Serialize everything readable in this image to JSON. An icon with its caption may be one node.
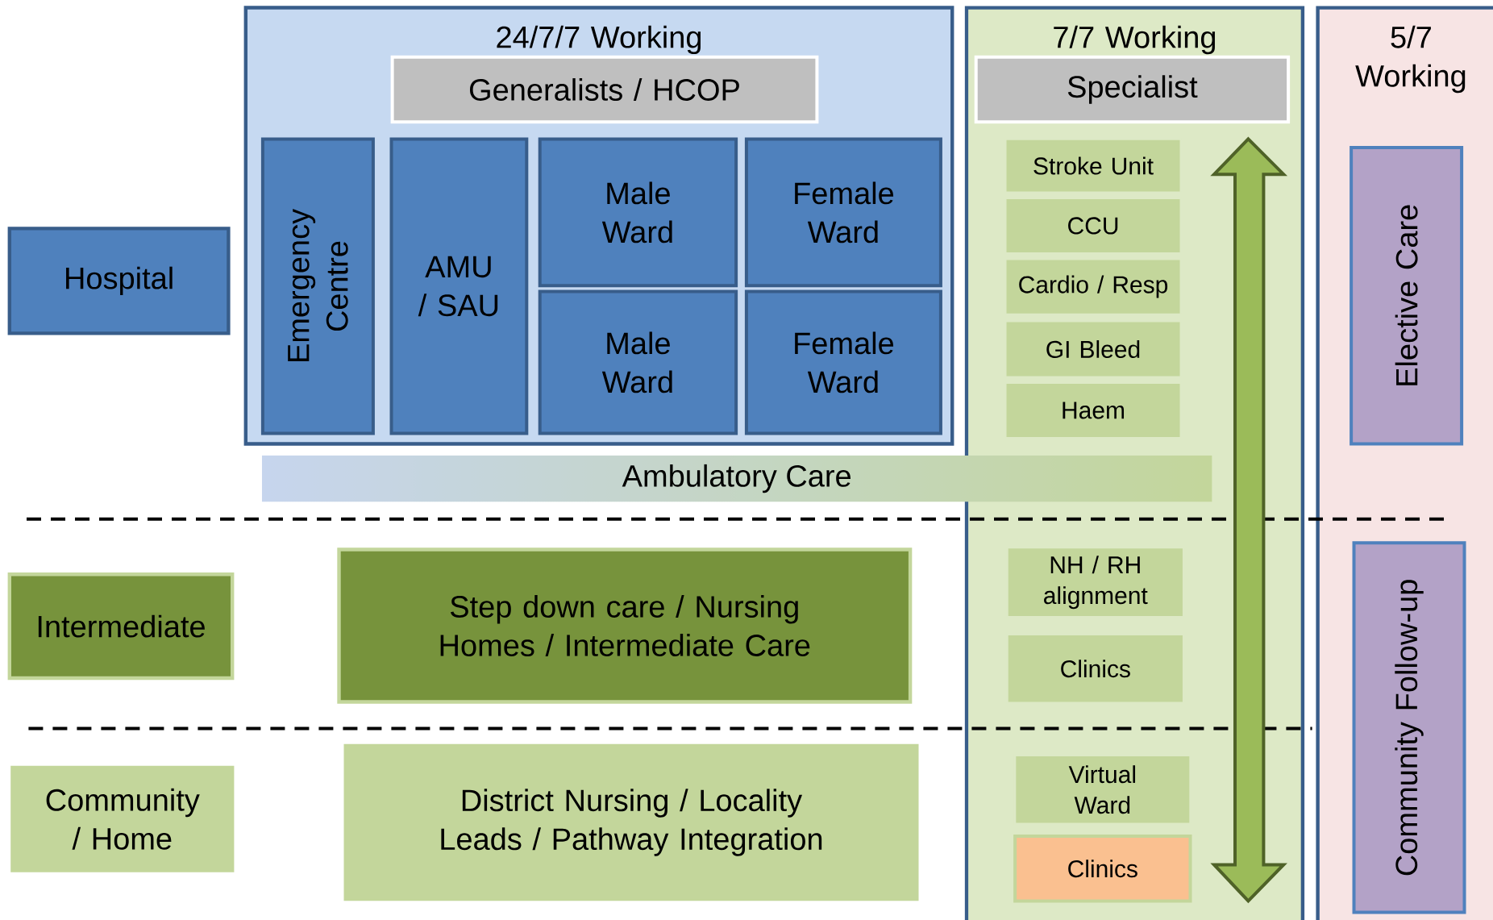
{
  "diagram": {
    "nodes": [
      {
        "text": [
          "24/7/7 Working"
        ]
      },
      {
        "text": [
          "Generalists / HCOP"
        ],
        "in": 0
      },
      {
        "text": [
          "Emergency Centre"
        ],
        "in": 0
      },
      {
        "text": [
          "AMU / SAU"
        ],
        "in": 0
      },
      {
        "text": [
          "Male Ward"
        ],
        "in": 0
      },
      {
        "text": [
          "Female Ward"
        ],
        "in": 0
      },
      {
        "text": [
          "Male Ward"
        ],
        "in": 0
      },
      {
        "text": [
          "Female Ward"
        ],
        "in": 0
      },
      {
        "text": [
          "7/7 Working"
        ]
      },
      {
        "text": [
          "Specialist"
        ],
        "in": 8
      },
      {
        "text": [
          "Stroke Unit"
        ],
        "in": 8
      },
      {
        "text": [
          "CCU"
        ],
        "in": 8
      },
      {
        "text": [
          "Cardio / Resp"
        ],
        "in": 8
      },
      {
        "text": [
          "GI Bleed"
        ],
        "in": 8
      },
      {
        "text": [
          "Haem"
        ],
        "in": 8
      },
      {
        "text": [
          "NH / RH alignment"
        ],
        "in": 8
      },
      {
        "text": [
          "Clinics"
        ],
        "in": 8
      },
      {
        "text": [
          "Virtual Ward"
        ],
        "in": 8
      },
      {
        "text": [
          "Clinics"
        ],
        "in": 8
      },
      {
        "text": [
          "5/7 Working"
        ]
      },
      {
        "text": [
          "Elective Care"
        ],
        "in": 19
      },
      {
        "text": [
          "Community Follow-up"
        ],
        "in": 19
      },
      {
        "text": [
          "Hospital"
        ]
      },
      {
        "text": [
          "Ambulatory Care"
        ]
      },
      {
        "text": [
          "Intermediate"
        ]
      },
      {
        "text": [
          "Step down care / Nursing Homes / Intermediate Care"
        ]
      },
      {
        "text": [
          "Community / Home"
        ]
      },
      {
        "text": [
          "District Nursing / Locality Leads / Pathway Integration"
        ]
      }
    ]
  }
}
